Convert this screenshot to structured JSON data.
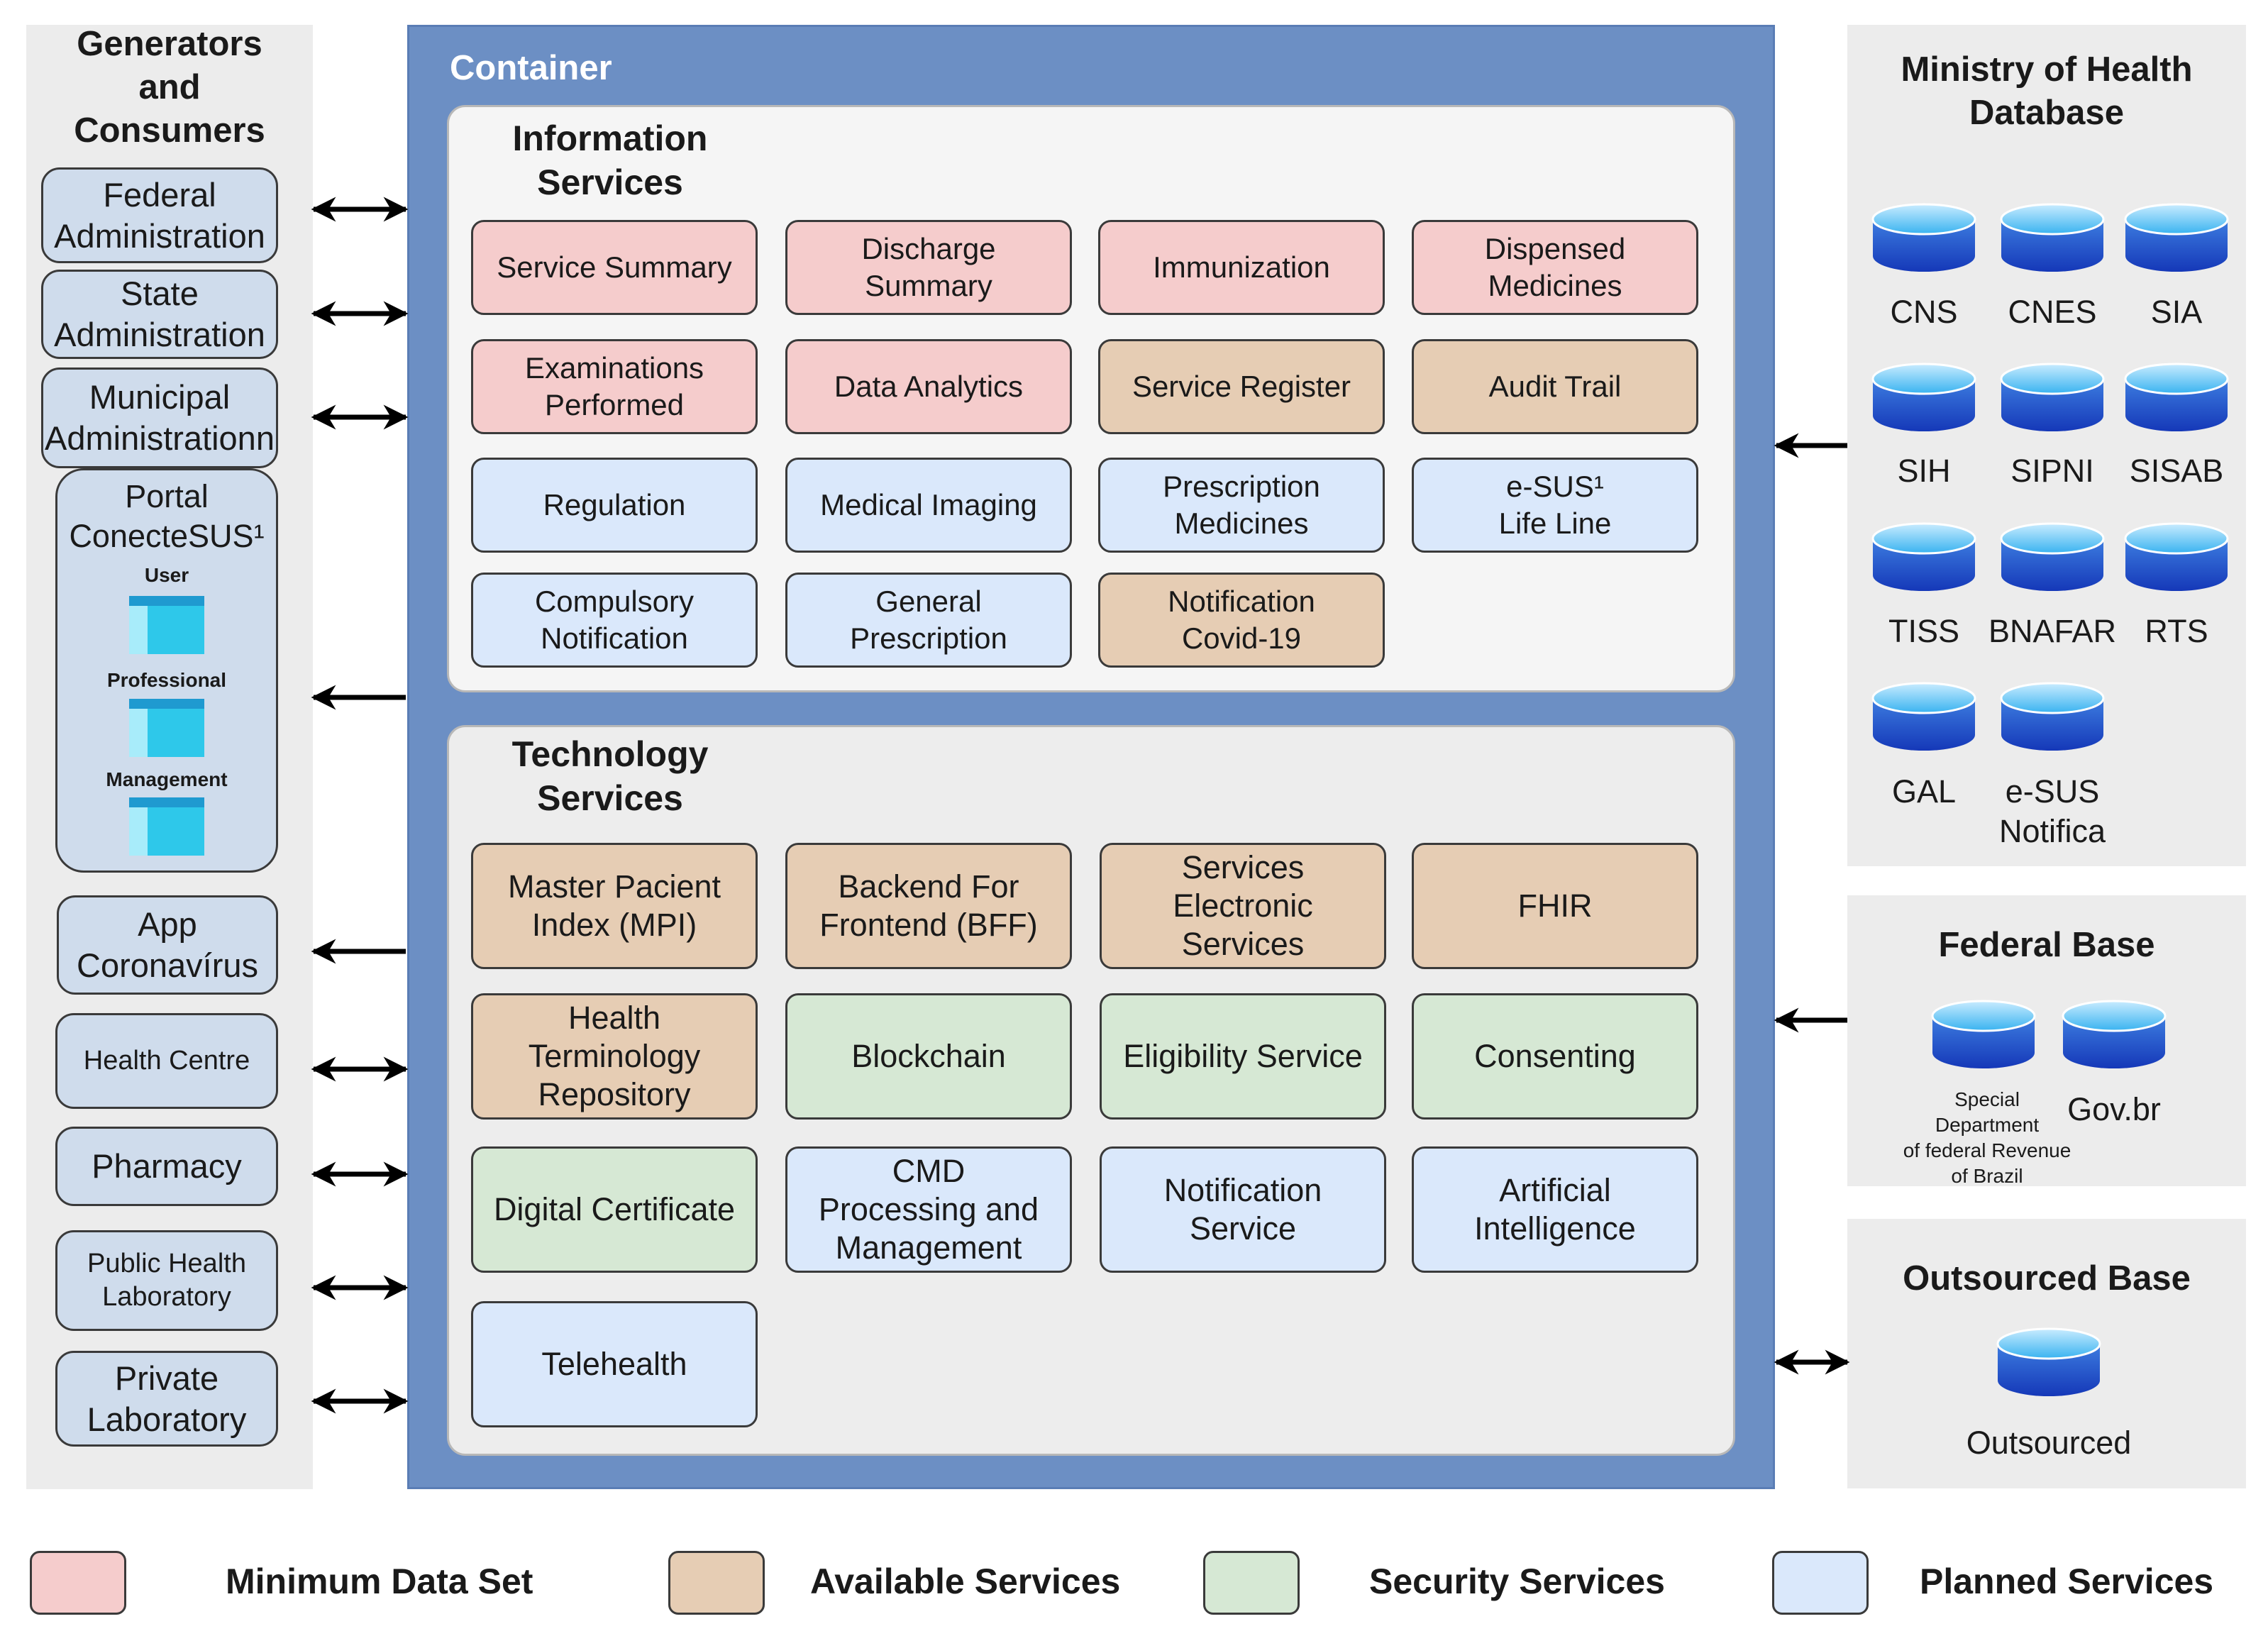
{
  "colors": {
    "minimum": "#f5cccc",
    "available": "#e6cdb4",
    "security": "#d6e8d4",
    "planned": "#dae8fb",
    "container": "#6c8fc4",
    "panel": "#ececec",
    "gen_box": "#cfdcec"
  },
  "generators": {
    "title": "Generators\nand\nConsumers",
    "federal": "Federal\nAdministration",
    "state": "State\nAdministration",
    "municipal": "Municipal\nAdministrationn",
    "portal": {
      "title": "Portal\nConecteSUS¹",
      "user": "User",
      "professional": "Professional",
      "management": "Management"
    },
    "app": "App\nCoronavírus",
    "health_centre": "Health Centre",
    "pharmacy": "Pharmacy",
    "public_lab": "Public Health\nLaboratory",
    "private_lab": "Private\nLaboratory"
  },
  "container": {
    "title": "Container",
    "information": {
      "title": "Information\nServices",
      "items": [
        {
          "label": "Service Summary",
          "category": "minimum"
        },
        {
          "label": "Discharge\nSummary",
          "category": "minimum"
        },
        {
          "label": "Immunization",
          "category": "minimum"
        },
        {
          "label": "Dispensed\nMedicines",
          "category": "minimum"
        },
        {
          "label": "Examinations\nPerformed",
          "category": "minimum"
        },
        {
          "label": "Data Analytics",
          "category": "minimum"
        },
        {
          "label": "Service Register",
          "category": "available"
        },
        {
          "label": "Audit Trail",
          "category": "available"
        },
        {
          "label": "Regulation",
          "category": "planned"
        },
        {
          "label": "Medical Imaging",
          "category": "planned"
        },
        {
          "label": "Prescription\nMedicines",
          "category": "planned"
        },
        {
          "label": "e-SUS¹\nLife Line",
          "category": "planned"
        },
        {
          "label": "Compulsory\nNotification",
          "category": "planned"
        },
        {
          "label": "General Prescription",
          "category": "planned"
        },
        {
          "label": "Notification\nCovid-19",
          "category": "available"
        }
      ]
    },
    "technology": {
      "title": "Technology\nServices",
      "items": [
        {
          "label": "Master Pacient\nIndex (MPI)",
          "category": "available"
        },
        {
          "label": "Backend For\nFrontend (BFF)",
          "category": "available"
        },
        {
          "label": "Services\nElectronic\nServices",
          "category": "available"
        },
        {
          "label": "FHIR",
          "category": "available"
        },
        {
          "label": "Health Terminology\nRepository",
          "category": "available"
        },
        {
          "label": "Blockchain",
          "category": "security"
        },
        {
          "label": "Eligibility Service",
          "category": "security"
        },
        {
          "label": "Consenting",
          "category": "security"
        },
        {
          "label": "Digital Certificate",
          "category": "security"
        },
        {
          "label": "CMD\nProcessing and\nManagement",
          "category": "planned"
        },
        {
          "label": "Notification\nService",
          "category": "planned"
        },
        {
          "label": "Artificial\nIntelligence",
          "category": "planned"
        },
        {
          "label": "Telehealth",
          "category": "planned"
        }
      ]
    }
  },
  "ministry": {
    "title": "Ministry of Health\nDatabase",
    "databases": [
      "CNS",
      "CNES",
      "SIA",
      "SIH",
      "SIPNI",
      "SISAB",
      "TISS",
      "BNAFAR",
      "RTS",
      "GAL",
      "e-SUS\nNotifica"
    ]
  },
  "federal_base": {
    "title": "Federal Base",
    "databases": [
      "Special\nDepartment\nof federal Revenue\nof Brazil",
      "Gov.br"
    ]
  },
  "outsourced_base": {
    "title": "Outsourced Base",
    "databases": [
      "Outsourced"
    ]
  },
  "legend": [
    {
      "label": "Minimum Data Set",
      "category": "minimum"
    },
    {
      "label": "Available Services",
      "category": "available"
    },
    {
      "label": "Security Services",
      "category": "security"
    },
    {
      "label": "Planned Services",
      "category": "planned"
    }
  ]
}
